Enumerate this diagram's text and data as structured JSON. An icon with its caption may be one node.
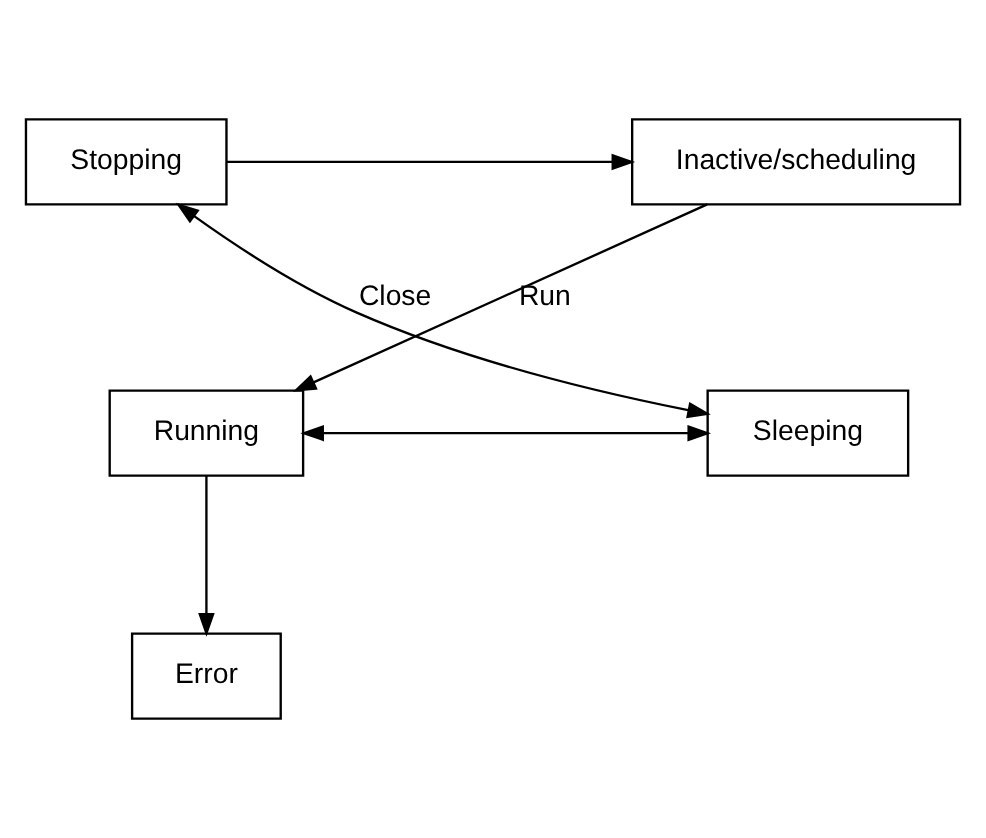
{
  "diagram": {
    "nodes": [
      {
        "text": [
          "Inactive/scheduling"
        ]
      },
      {
        "text": [
          "Stopping"
        ]
      },
      {
        "text": [
          "Running"
        ]
      },
      {
        "text": [
          "Sleeping"
        ]
      },
      {
        "text": [
          "Error"
        ]
      }
    ],
    "edges": [
      {
        "from": 1,
        "to": 0,
        "arrow": "to"
      },
      {
        "from": 0,
        "to": 2,
        "arrow": "to",
        "label": "Run"
      },
      {
        "from": 1,
        "to": 3,
        "arrow": "both",
        "label": "Close"
      },
      {
        "from": 2,
        "to": 3,
        "arrow": "both"
      },
      {
        "from": 2,
        "to": 4,
        "arrow": "to"
      }
    ]
  }
}
